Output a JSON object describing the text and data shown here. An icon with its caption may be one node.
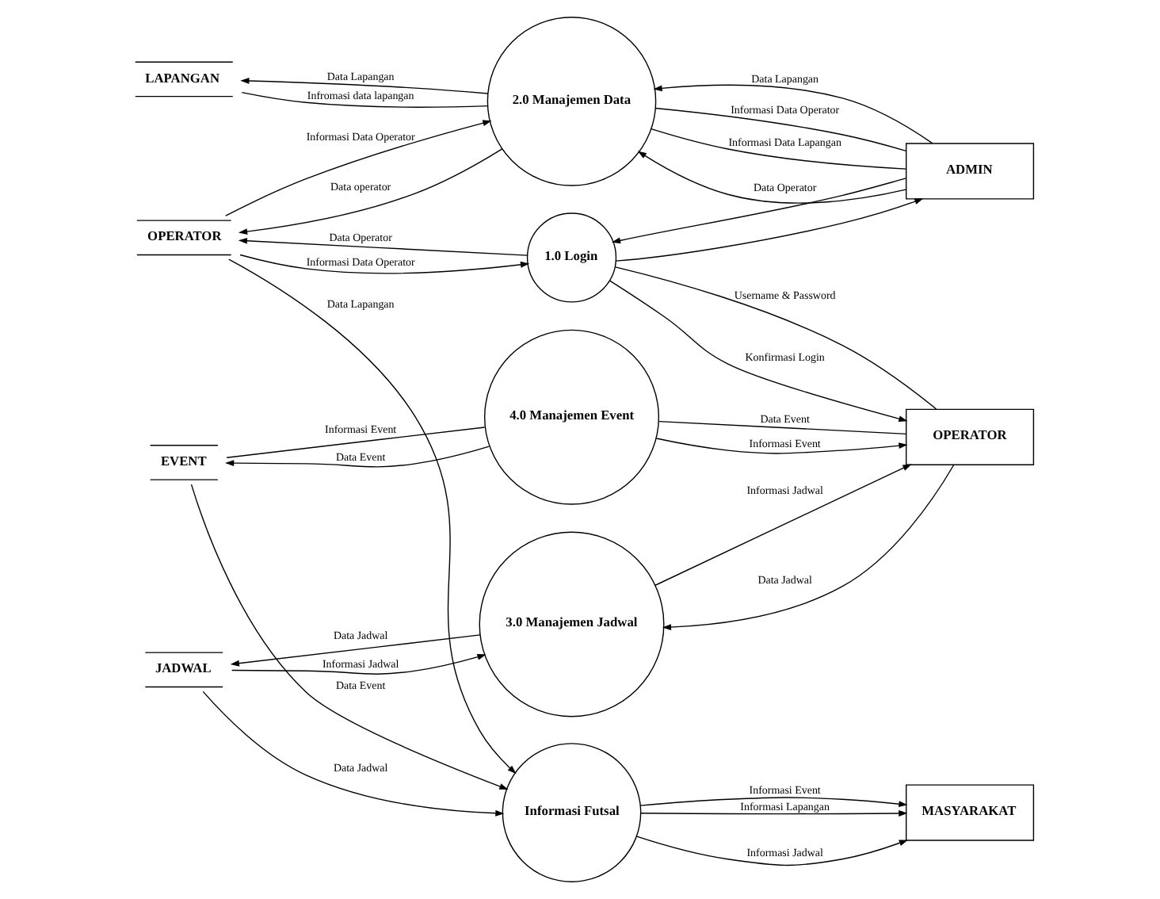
{
  "diagram": {
    "nodes": [
      {
        "text": [
          "OPERATOR"
        ]
      },
      {
        "text": [
          "LAPANGAN"
        ]
      },
      {
        "text": [
          "EVENT"
        ]
      },
      {
        "text": [
          "JADWAL"
        ]
      },
      {
        "text": [
          "1.0 Login"
        ]
      },
      {
        "text": [
          "2.0 Manajemen Data"
        ]
      },
      {
        "text": [
          "ADMIN"
        ]
      },
      {
        "text": [
          "OPERATOR"
        ]
      },
      {
        "text": [
          "3.0 Manajemen Jadwal"
        ]
      },
      {
        "text": [
          "4.0 Manajemen Event"
        ]
      },
      {
        "text": [
          "Informasi Futsal"
        ]
      },
      {
        "text": [
          "MASYARAKAT"
        ]
      }
    ],
    "edges": [
      {
        "from": 4,
        "to": 0,
        "arrow": "to",
        "label": "Data Operator"
      },
      {
        "from": 0,
        "to": 4,
        "arrow": "to",
        "label": "Informasi Data Operator"
      },
      {
        "from": 5,
        "to": 0,
        "arrow": "to",
        "label": "Data operator"
      },
      {
        "from": 0,
        "to": 5,
        "arrow": "to",
        "label": "Informasi Data Operator"
      },
      {
        "from": 1,
        "to": 5,
        "arrow": "none",
        "label": "Infromasi data lapangan"
      },
      {
        "from": 5,
        "to": 1,
        "arrow": "to",
        "label": "Data Lapangan"
      },
      {
        "from": 5,
        "to": 6,
        "arrow": "none",
        "label": "Informasi Data Operator"
      },
      {
        "from": 6,
        "to": 5,
        "arrow": "to",
        "label": "Data Operator"
      },
      {
        "from": 5,
        "to": 6,
        "arrow": "none",
        "label": "Informasi Data Lapangan"
      },
      {
        "from": 6,
        "to": 5,
        "arrow": "to",
        "label": "Data Lapangan"
      },
      {
        "from": 6,
        "to": 4,
        "arrow": "to"
      },
      {
        "from": 4,
        "to": 6,
        "arrow": "to"
      },
      {
        "from": 7,
        "to": 4,
        "arrow": "none",
        "label": "Username & Password"
      },
      {
        "from": 4,
        "to": 7,
        "arrow": "to",
        "label": "Konfirmasi Login"
      },
      {
        "from": 3,
        "to": 8,
        "arrow": "to",
        "label": "Informasi Jadwal"
      },
      {
        "from": 8,
        "to": 3,
        "arrow": "to",
        "label": "Data Jadwal"
      },
      {
        "from": 7,
        "to": 8,
        "arrow": "to",
        "label": "Data Jadwal"
      },
      {
        "from": 8,
        "to": 7,
        "arrow": "to",
        "label": "Informasi Jadwal"
      },
      {
        "from": 2,
        "to": 9,
        "arrow": "none",
        "label": "Informasi Event"
      },
      {
        "from": 9,
        "to": 2,
        "arrow": "to",
        "label": "Data Event"
      },
      {
        "from": 7,
        "to": 9,
        "arrow": "none",
        "label": "Data Event"
      },
      {
        "from": 9,
        "to": 7,
        "arrow": "to",
        "label": "Informasi Event"
      },
      {
        "from": 3,
        "to": 10,
        "arrow": "to",
        "label": "Data Jadwal"
      },
      {
        "from": 2,
        "to": 10,
        "arrow": "to",
        "label": "Data Event"
      },
      {
        "from": 0,
        "to": 10,
        "arrow": "to",
        "label": "Data Lapangan"
      },
      {
        "from": 10,
        "to": 11,
        "arrow": "to",
        "label": "Informasi Jadwal"
      },
      {
        "from": 10,
        "to": 11,
        "arrow": "to",
        "label": "Informasi Event"
      },
      {
        "from": 10,
        "to": 11,
        "arrow": "to",
        "label": "Informasi Lapangan"
      }
    ]
  }
}
